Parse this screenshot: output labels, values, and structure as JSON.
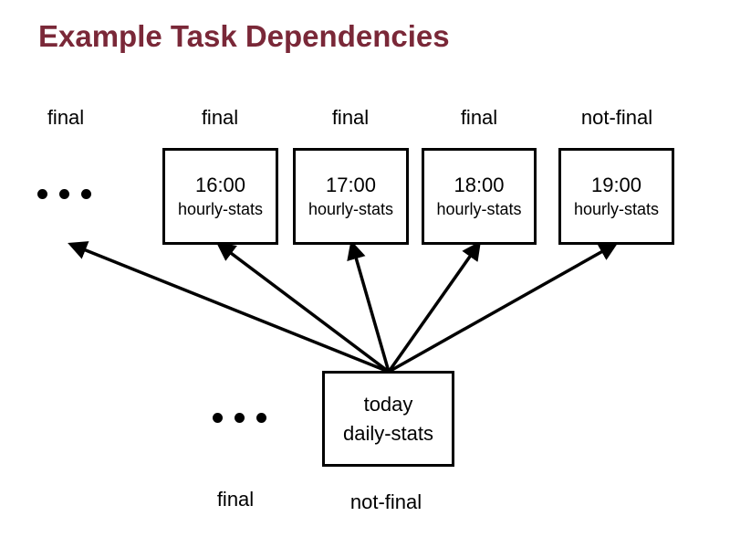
{
  "colors": {
    "title": "#7a2838",
    "stroke": "#000000",
    "background": "#ffffff"
  },
  "title": "Example Task Dependencies",
  "hourly": {
    "ellipsis_status": "final",
    "tasks": [
      {
        "time": "16:00",
        "name": "hourly-stats",
        "status": "final"
      },
      {
        "time": "17:00",
        "name": "hourly-stats",
        "status": "final"
      },
      {
        "time": "18:00",
        "name": "hourly-stats",
        "status": "final"
      },
      {
        "time": "19:00",
        "name": "hourly-stats",
        "status": "not-final"
      }
    ]
  },
  "daily": {
    "ellipsis_status": "final",
    "task": {
      "time": "today",
      "name": "daily-stats",
      "status": "not-final"
    }
  },
  "dependencies": [
    {
      "from": "today daily-stats",
      "to": "... (earlier hourly-stats)"
    },
    {
      "from": "today daily-stats",
      "to": "16:00 hourly-stats"
    },
    {
      "from": "today daily-stats",
      "to": "17:00 hourly-stats"
    },
    {
      "from": "today daily-stats",
      "to": "18:00 hourly-stats"
    },
    {
      "from": "today daily-stats",
      "to": "19:00 hourly-stats"
    }
  ]
}
